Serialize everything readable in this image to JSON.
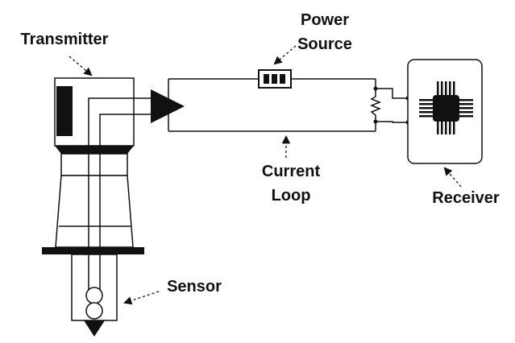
{
  "labels": {
    "transmitter": "Transmitter",
    "power_source_line1": "Power",
    "power_source_line2": "Source",
    "current_loop_line1": "Current",
    "current_loop_line2": "Loop",
    "receiver": "Receiver",
    "sensor": "Sensor"
  },
  "colors": {
    "ink": "#111111",
    "background": "#ffffff"
  },
  "icons": {
    "battery": "battery-icon",
    "microchip": "microchip-icon",
    "resistor": "resistor-icon",
    "amplifier": "amplifier-triangle-icon"
  }
}
